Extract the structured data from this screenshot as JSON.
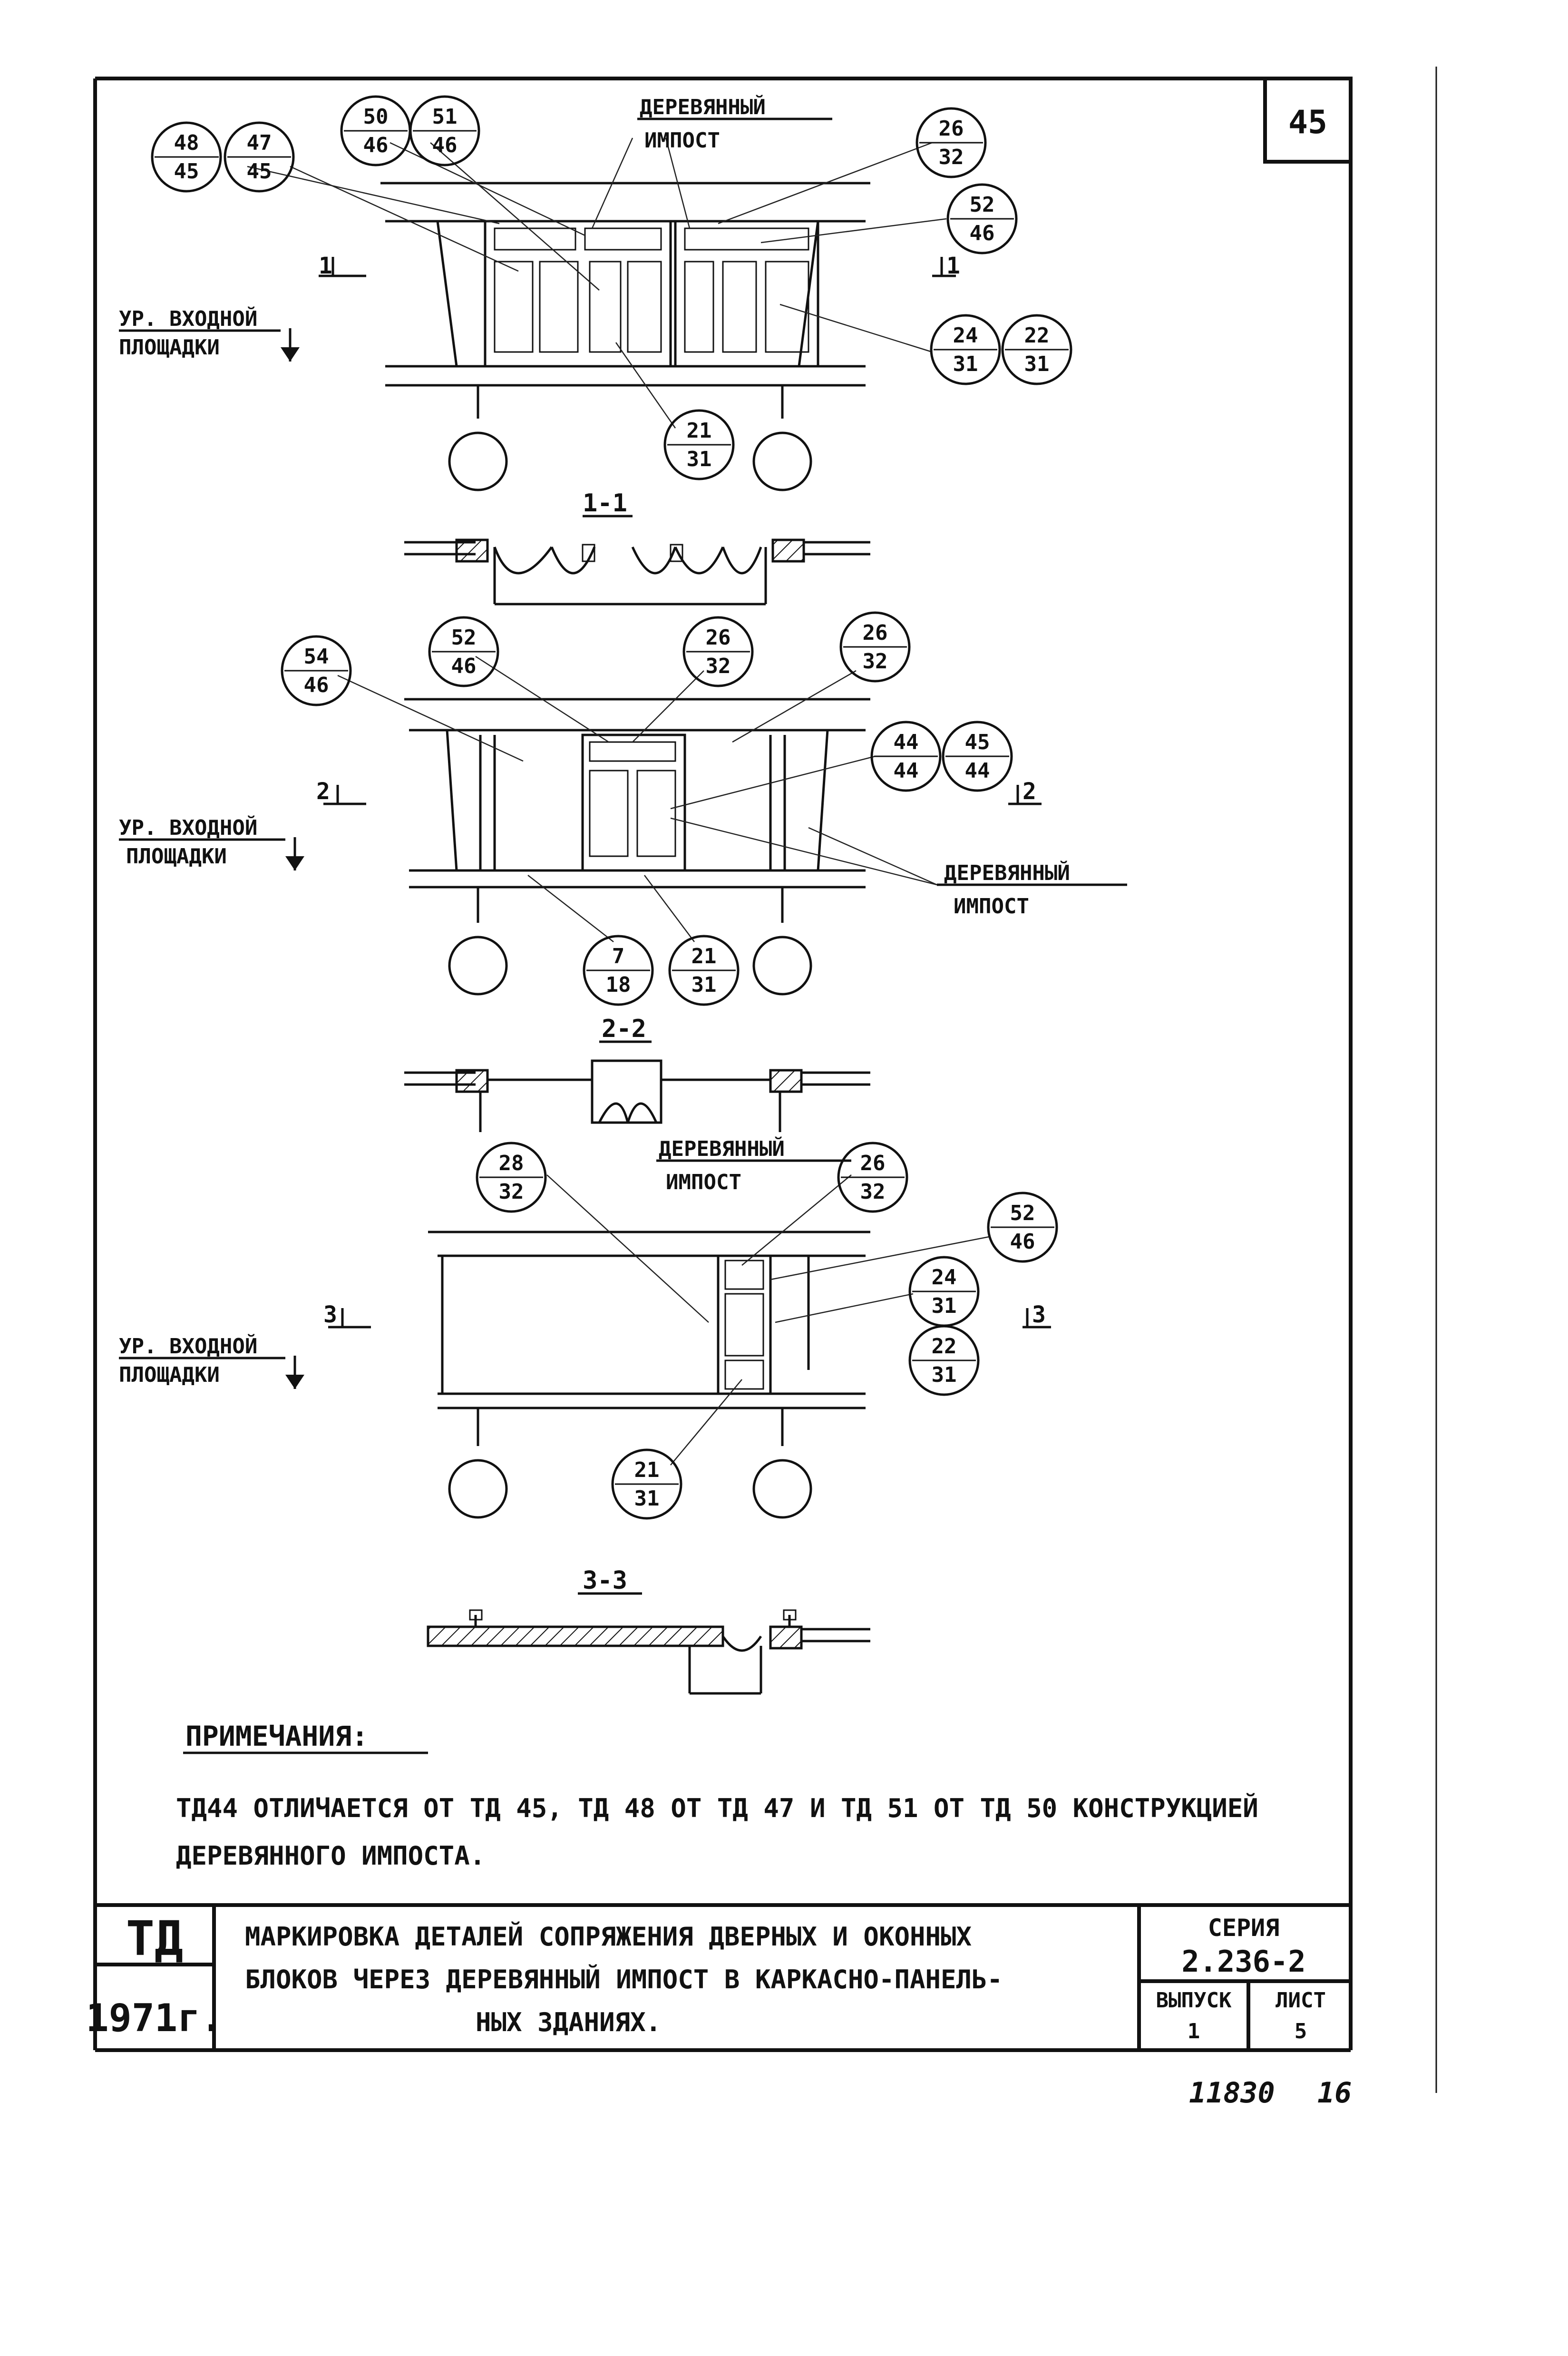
{
  "sheet_number": "45",
  "labels": {
    "wood_impost": [
      "ДЕРЕВЯННЫЙ",
      "ИМПОСТ"
    ],
    "entrance_level": [
      "УР. ВХОДНОЙ",
      "ПЛОЩАДКИ"
    ]
  },
  "sections": {
    "s1_mark": "1",
    "s1_title": "1-1",
    "s2_mark": "2",
    "s2_title": "2-2",
    "s3_mark": "3",
    "s3_title": "3-3"
  },
  "callouts": {
    "c48_45": {
      "top": "48",
      "bottom": "45"
    },
    "c47_45": {
      "top": "47",
      "bottom": "45"
    },
    "c50_46": {
      "top": "50",
      "bottom": "46"
    },
    "c51_46": {
      "top": "51",
      "bottom": "46"
    },
    "c26_32a": {
      "top": "26",
      "bottom": "32"
    },
    "c52_46a": {
      "top": "52",
      "bottom": "46"
    },
    "c24_31a": {
      "top": "24",
      "bottom": "31"
    },
    "c22_31a": {
      "top": "22",
      "bottom": "31"
    },
    "c21_31a": {
      "top": "21",
      "bottom": "31"
    },
    "c54_46": {
      "top": "54",
      "bottom": "46"
    },
    "c52_46b": {
      "top": "52",
      "bottom": "46"
    },
    "c26_32b": {
      "top": "26",
      "bottom": "32"
    },
    "c26_32c": {
      "top": "26",
      "bottom": "32"
    },
    "c44_44": {
      "top": "44",
      "bottom": "44"
    },
    "c45_44": {
      "top": "45",
      "bottom": "44"
    },
    "c7_18": {
      "top": "7",
      "bottom": "18"
    },
    "c21_31b": {
      "top": "21",
      "bottom": "31"
    },
    "c28_32": {
      "top": "28",
      "bottom": "32"
    },
    "c26_32d": {
      "top": "26",
      "bottom": "32"
    },
    "c52_46c": {
      "top": "52",
      "bottom": "46"
    },
    "c24_31b": {
      "top": "24",
      "bottom": "31"
    },
    "c22_31b": {
      "top": "22",
      "bottom": "31"
    },
    "c21_31c": {
      "top": "21",
      "bottom": "31"
    }
  },
  "notes": {
    "heading": "ПРИМЕЧАНИЯ:",
    "line1": "ТД44 ОТЛИЧАЕТСЯ ОТ ТД 45, ТД 48 ОТ ТД 47 И ТД 51 ОТ ТД 50 КОНСТРУКЦИЕЙ",
    "line2": "ДЕРЕВЯННОГО ИМПОСТА."
  },
  "title_block": {
    "code": "ТД",
    "year": "1971г.",
    "title_line1": "МАРКИРОВКА ДЕТАЛЕЙ СОПРЯЖЕНИЯ ДВЕРНЫХ И ОКОННЫХ",
    "title_line2": "БЛОКОВ ЧЕРЕЗ ДЕРЕВЯННЫЙ ИМПОСТ В КАРКАСНО-ПАНЕЛЬ-",
    "title_line3": "НЫХ ЗДАНИЯХ.",
    "series_label": "СЕРИЯ",
    "series_value": "2.236-2",
    "issue_label": "ВЫПУСК",
    "issue_value": "1",
    "sheet_label": "ЛИСТ",
    "sheet_value": "5"
  },
  "footer": {
    "left": "11830",
    "right": "16"
  }
}
